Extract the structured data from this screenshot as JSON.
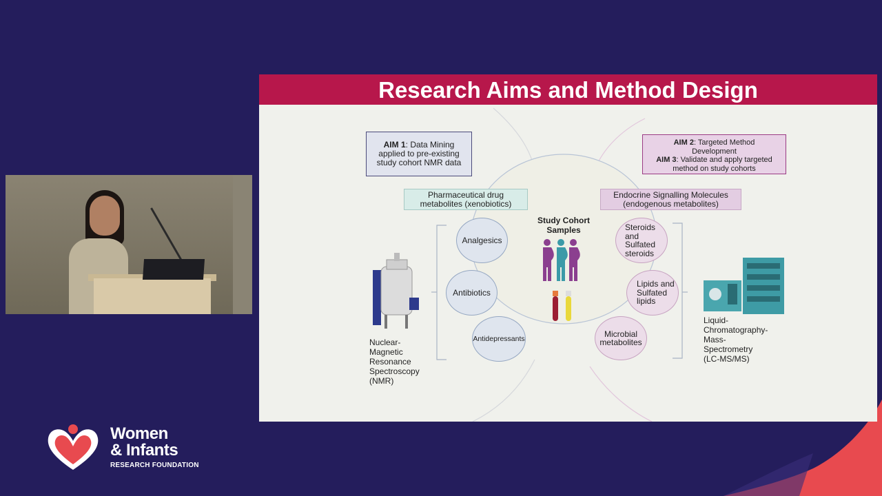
{
  "slide": {
    "title": "Research Aims and Method Design",
    "aim1": {
      "bold": "AIM 1",
      "text1": ": Data Mining",
      "text2": "applied to pre-existing",
      "text3": "study cohort NMR data"
    },
    "aim2": {
      "bold": "AIM 2",
      "text": ": Targeted Method",
      "text2": "Development"
    },
    "aim3": {
      "bold": "AIM 3",
      "text": ": Validate and apply targeted",
      "text2": "method on study cohorts"
    },
    "pharm": {
      "line1": "Pharmaceutical drug",
      "line2": "metabolites (xenobiotics)"
    },
    "endo": {
      "line1": "Endocrine Signalling Molecules",
      "line2": "(endogenous metabolites)"
    },
    "cohort": {
      "line1": "Study Cohort",
      "line2": "Samples"
    },
    "left_circles": [
      "Analgesics",
      "Antibiotics",
      "Antidepressants"
    ],
    "right_circles": [
      {
        "l1": "Steroids",
        "l2": "and",
        "l3": "Sulfated",
        "l4": "steroids"
      },
      {
        "l1": "Lipids and",
        "l2": "Sulfated",
        "l3": "lipids"
      },
      {
        "l1": "Microbial",
        "l2": "metabolites"
      }
    ],
    "nmr": {
      "l1": "Nuclear-",
      "l2": "Magnetic",
      "l3": "Resonance",
      "l4": "Spectroscopy",
      "l5": "(NMR)"
    },
    "lcms": {
      "l1": "Liquid-",
      "l2": "Chromatography-",
      "l3": "Mass-",
      "l4": "Spectrometry",
      "l5": "(LC-MS/MS)"
    }
  },
  "logo": {
    "line1": "Women",
    "line2": "& Infants",
    "line3": "RESEARCH FOUNDATION"
  },
  "colors": {
    "background": "#241d5c",
    "header": "#b7174b",
    "accent": "#e84a4f"
  }
}
